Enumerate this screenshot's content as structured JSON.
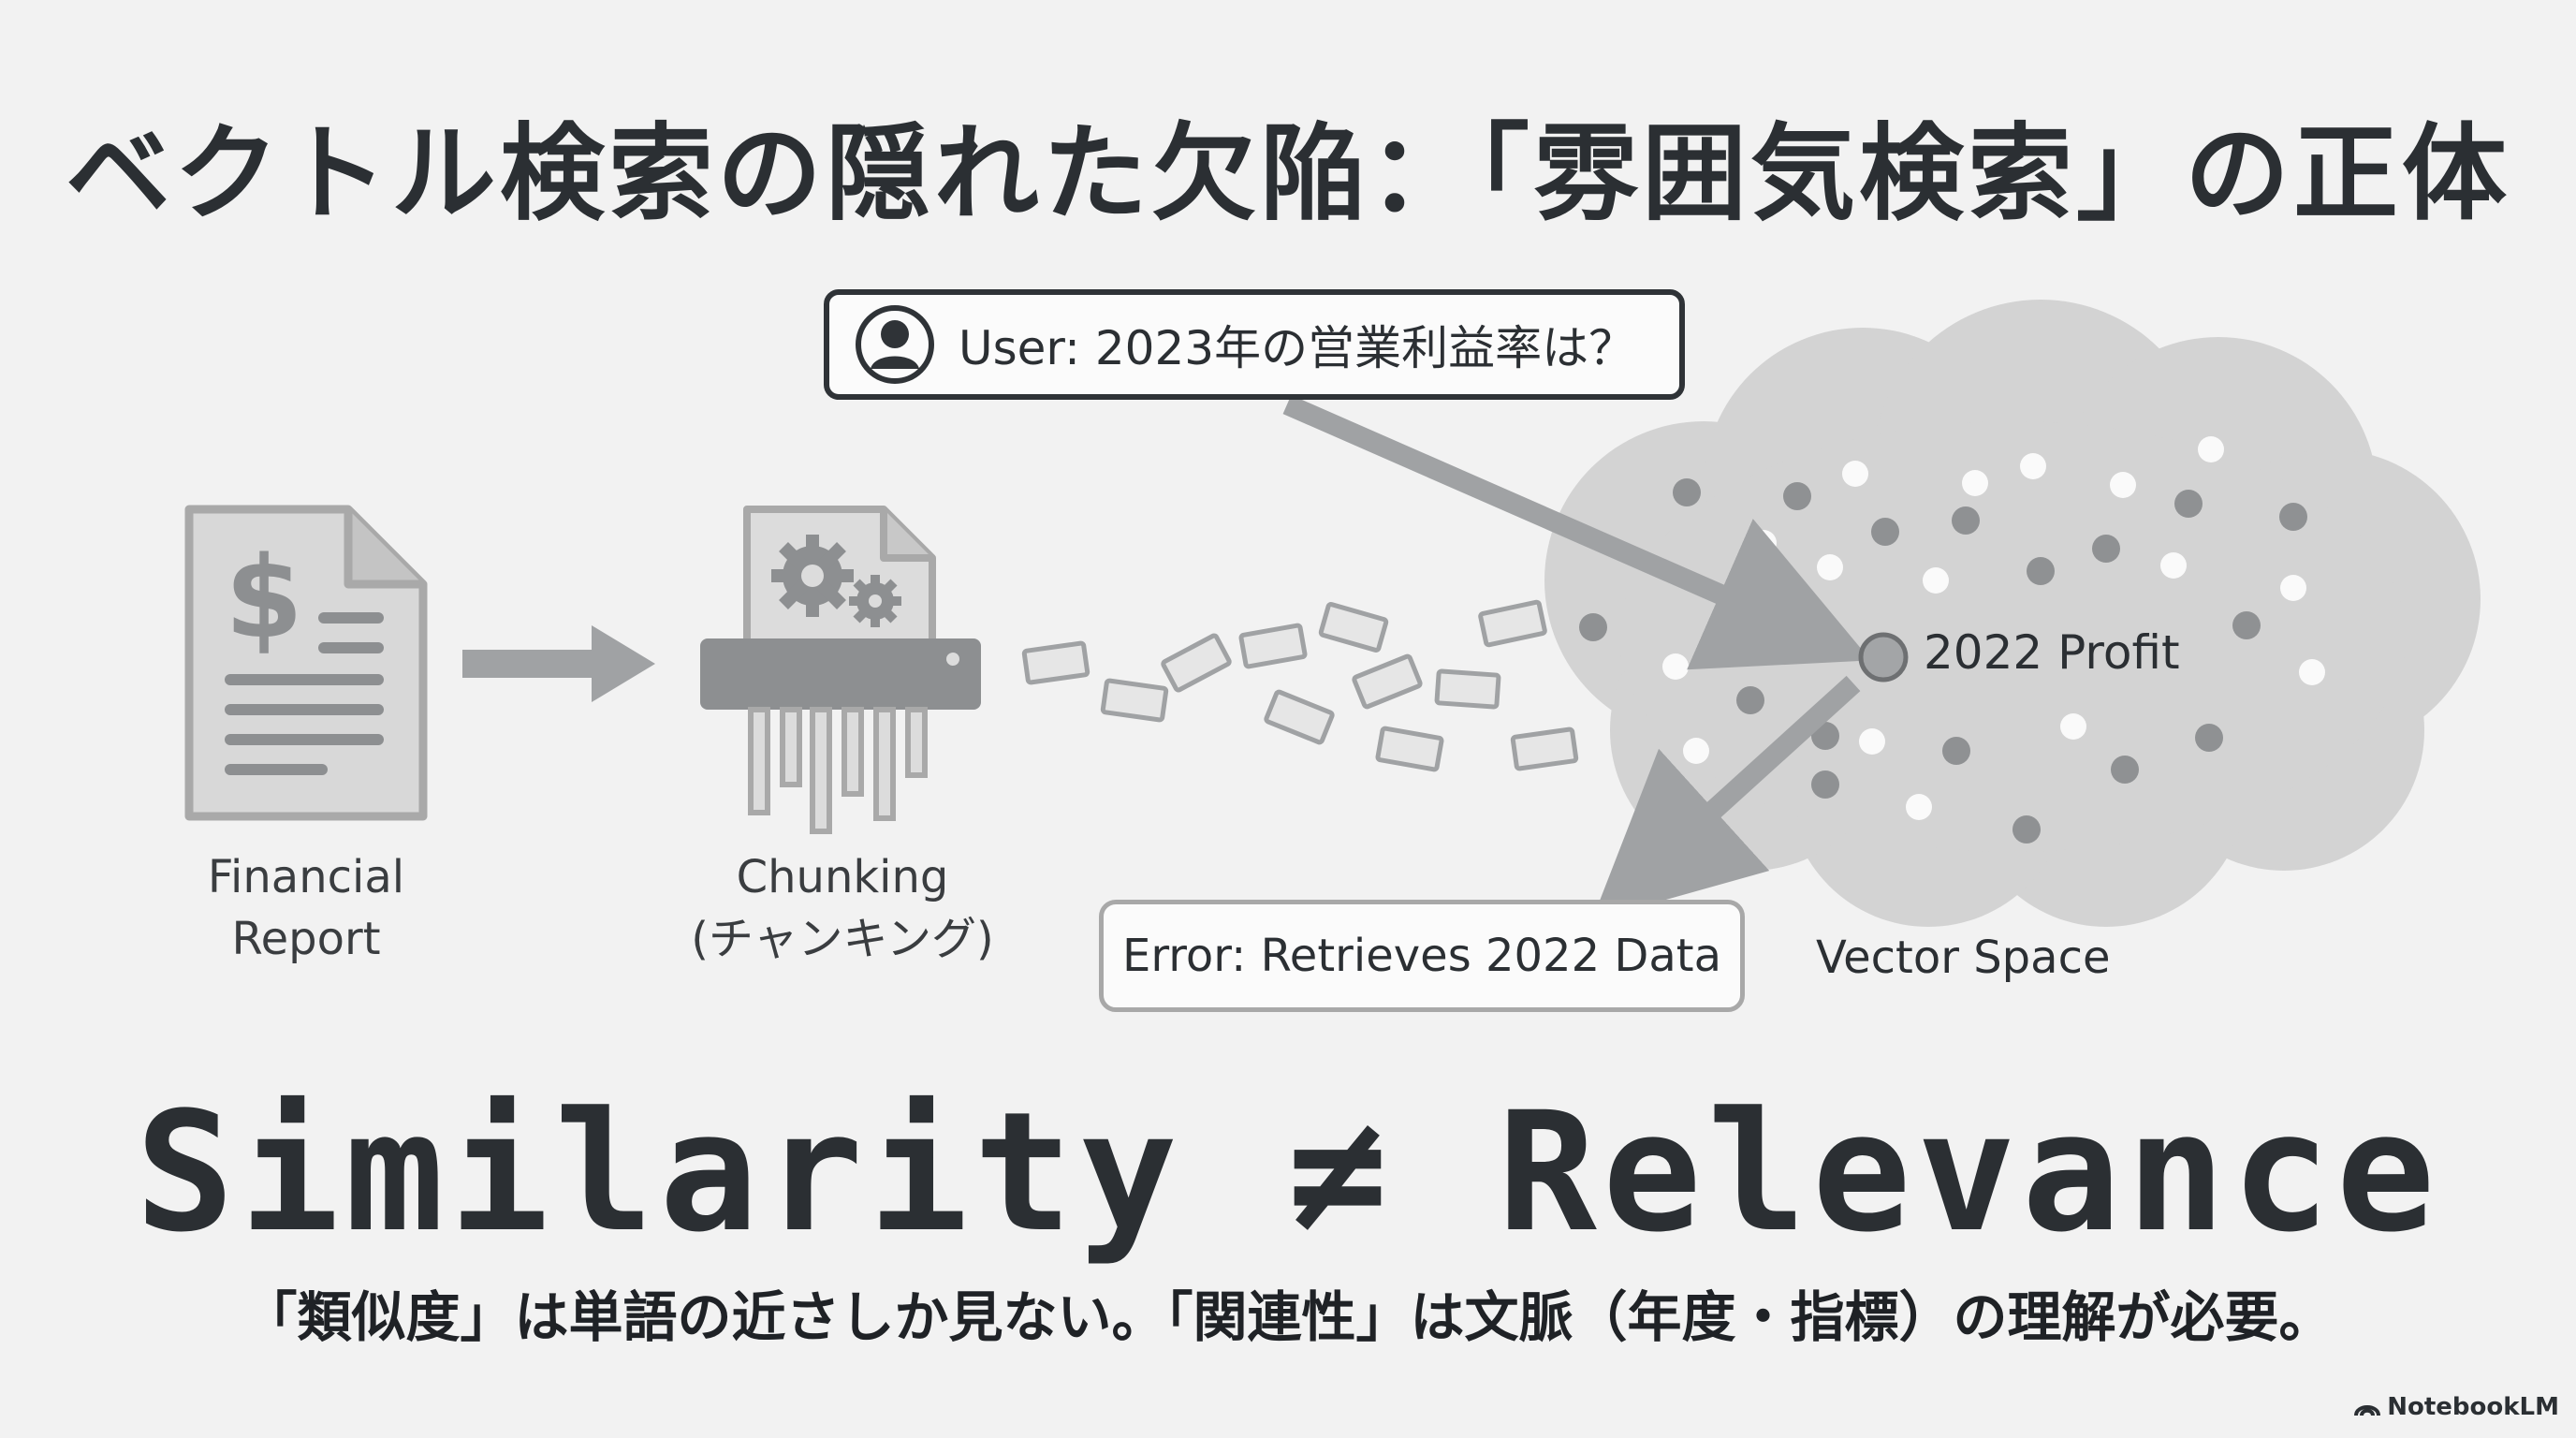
{
  "title": "ベクトル検索の隠れた欠陥：「雰囲気検索」の正体",
  "diagram": {
    "financial_report_label": "Financial\nReport",
    "document_symbol": "$",
    "chunking_label": "Chunking\n(チャンキング)",
    "query": "User: 2023年の営業利益率は？",
    "profit_label": "2022 Profit",
    "error": "Error: Retrieves 2022 Data",
    "vector_space_label": "Vector Space"
  },
  "headline": "Similarity ≠ Relevance",
  "subtext": "「類似度」は単語の近さしか見ない。「関連性」は文脈（年度・指標）の理解が必要。",
  "brand": "NotebookLM",
  "colors": {
    "background": "#f2f2f2",
    "ink": "#2b2f33",
    "arrow_gray": "#a0a2a4",
    "cloud": "#d2d2d2"
  }
}
